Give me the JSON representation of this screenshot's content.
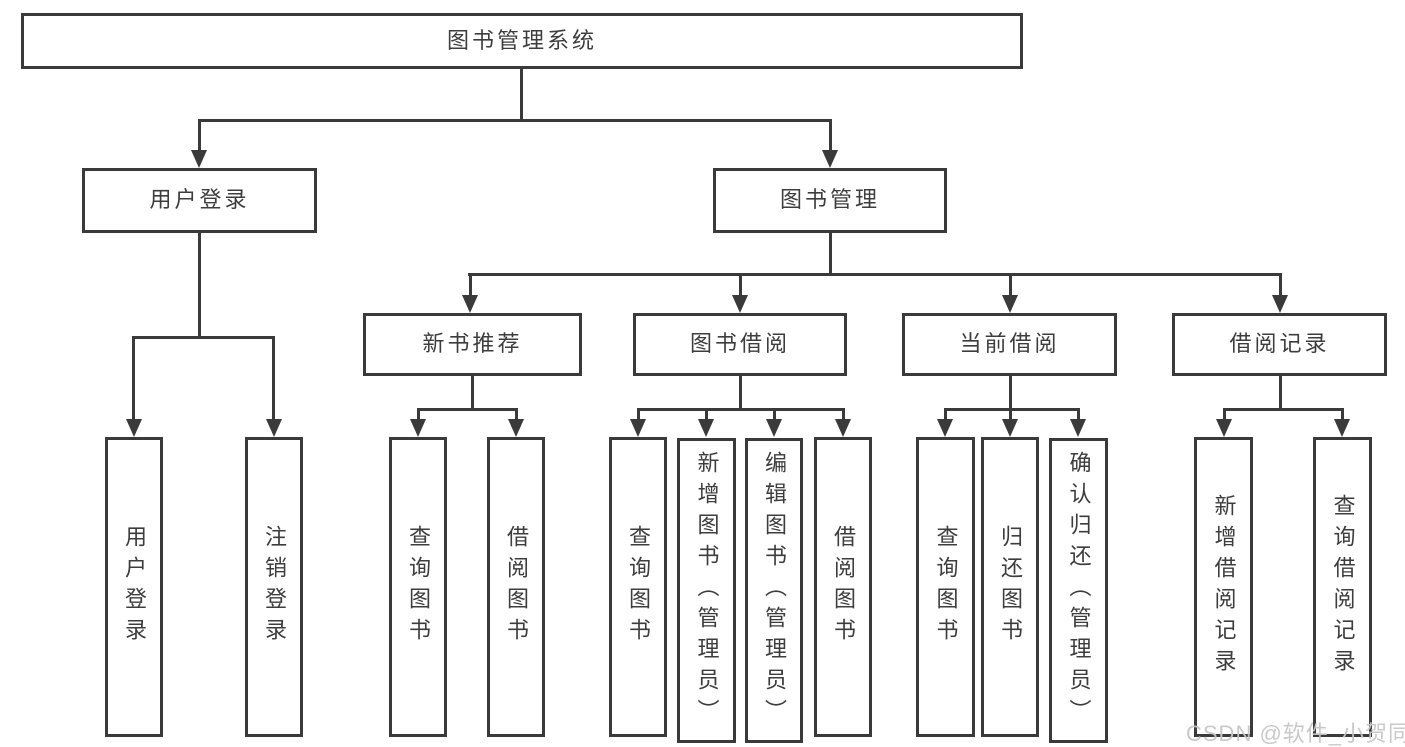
{
  "diagram": {
    "title": "图书管理系统",
    "watermark": "CSDN @软件_小贺同学",
    "colors": {
      "line": "#3a3a3a",
      "text": "#3d3d3d",
      "background": "#ffffff",
      "watermark": "#c6c6c6"
    },
    "nodes": [
      {
        "id": "root",
        "label": "图书管理系统",
        "level": 0,
        "parent": null
      },
      {
        "id": "user-login",
        "label": "用户登录",
        "level": 1,
        "parent": "root"
      },
      {
        "id": "book-management",
        "label": "图书管理",
        "level": 1,
        "parent": "root"
      },
      {
        "id": "new-book-recommend",
        "label": "新书推荐",
        "level": 2,
        "parent": "book-management"
      },
      {
        "id": "book-borrow",
        "label": "图书借阅",
        "level": 2,
        "parent": "book-management"
      },
      {
        "id": "current-borrow",
        "label": "当前借阅",
        "level": 2,
        "parent": "book-management"
      },
      {
        "id": "borrow-records",
        "label": "借阅记录",
        "level": 2,
        "parent": "book-management"
      },
      {
        "id": "leaf-user-login",
        "label": "用户登录",
        "level": 3,
        "parent": "user-login"
      },
      {
        "id": "leaf-logout",
        "label": "注销登录",
        "level": 3,
        "parent": "user-login"
      },
      {
        "id": "leaf-query-books-1",
        "label": "查询图书",
        "level": 3,
        "parent": "new-book-recommend"
      },
      {
        "id": "leaf-borrow-books-1",
        "label": "借阅图书",
        "level": 3,
        "parent": "new-book-recommend"
      },
      {
        "id": "leaf-query-books-2",
        "label": "查询图书",
        "level": 3,
        "parent": "book-borrow"
      },
      {
        "id": "leaf-add-books-admin",
        "label": "新增图书（管理员）",
        "level": 3,
        "parent": "book-borrow"
      },
      {
        "id": "leaf-edit-books-admin",
        "label": "编辑图书（管理员）",
        "level": 3,
        "parent": "book-borrow"
      },
      {
        "id": "leaf-borrow-books-2",
        "label": "借阅图书",
        "level": 3,
        "parent": "book-borrow"
      },
      {
        "id": "leaf-query-books-3",
        "label": "查询图书",
        "level": 3,
        "parent": "current-borrow"
      },
      {
        "id": "leaf-return-books",
        "label": "归还图书",
        "level": 3,
        "parent": "current-borrow"
      },
      {
        "id": "leaf-confirm-return-admin",
        "label": "确认归还（管理员）",
        "level": 3,
        "parent": "current-borrow"
      },
      {
        "id": "leaf-add-borrow-record",
        "label": "新增借阅记录",
        "level": 3,
        "parent": "borrow-records"
      },
      {
        "id": "leaf-query-borrow-record",
        "label": "查询借阅记录",
        "level": 3,
        "parent": "borrow-records"
      }
    ]
  }
}
